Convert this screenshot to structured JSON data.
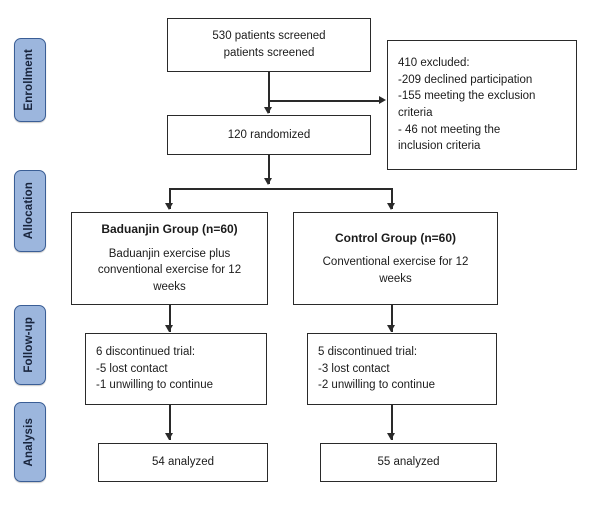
{
  "diagram": {
    "title": "CONSORT participant flow diagram",
    "type": "flowchart",
    "accent_color": "#9cb6dd",
    "accent_border_color": "#3a5e96",
    "box_border_color": "#2a2a2a",
    "text_color": "#1b1b1b"
  },
  "stages": [
    {
      "label": "Enrollment"
    },
    {
      "label": "Allocation"
    },
    {
      "label": "Follow-up"
    },
    {
      "label": "Analysis"
    }
  ],
  "nodes": {
    "screened": {
      "lines": [
        "530 patients screened",
        "patients screened"
      ]
    },
    "excluded": {
      "lines": [
        "410 excluded:",
        "-209 declined participation",
        "-155 meeting the exclusion",
        "criteria",
        "- 46 not meeting the",
        "inclusion criteria"
      ]
    },
    "randomized": {
      "lines": [
        "120 randomized"
      ]
    },
    "intervention_group": {
      "heading": "Baduanjin Group  (n=60)",
      "lines": [
        "Baduanjin exercise plus",
        "conventional exercise for 12",
        "weeks"
      ]
    },
    "control_group": {
      "heading": "Control Group (n=60)",
      "lines": [
        "Conventional exercise for 12",
        "weeks"
      ]
    },
    "intervention_followup": {
      "lines": [
        "6 discontinued trial:",
        "-5 lost contact",
        "-1 unwilling to continue"
      ]
    },
    "control_followup": {
      "lines": [
        "5 discontinued trial:",
        "-3 lost contact",
        "-2 unwilling to continue"
      ]
    },
    "intervention_analyzed": {
      "lines": [
        "54 analyzed"
      ]
    },
    "control_analyzed": {
      "lines": [
        "55 analyzed"
      ]
    }
  }
}
